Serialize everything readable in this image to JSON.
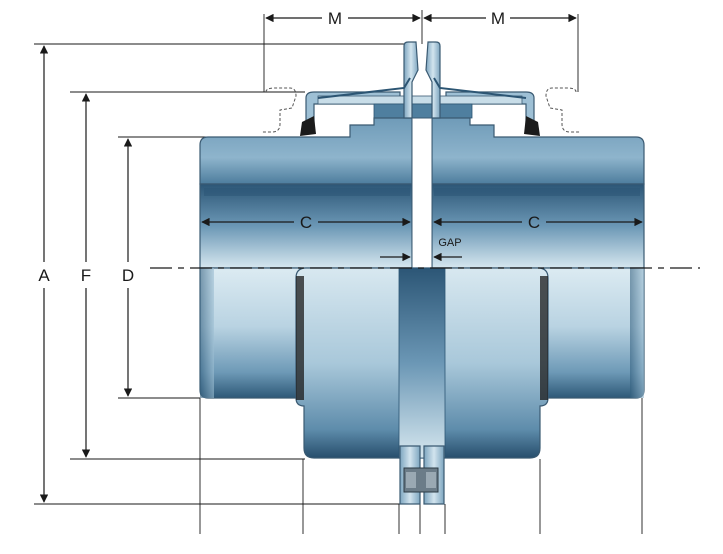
{
  "figure": {
    "labels": {
      "m_left": "M",
      "m_right": "M",
      "a": "A",
      "f": "F",
      "d": "D",
      "c_left": "C",
      "c_right": "C",
      "gap": "GAP"
    },
    "colors": {
      "steel_light": "#c9dfe9",
      "steel_mid": "#7fa9c3",
      "steel_dark": "#2c5573",
      "seal_black": "#1b1b1b",
      "line": "#1a1a1a"
    }
  }
}
